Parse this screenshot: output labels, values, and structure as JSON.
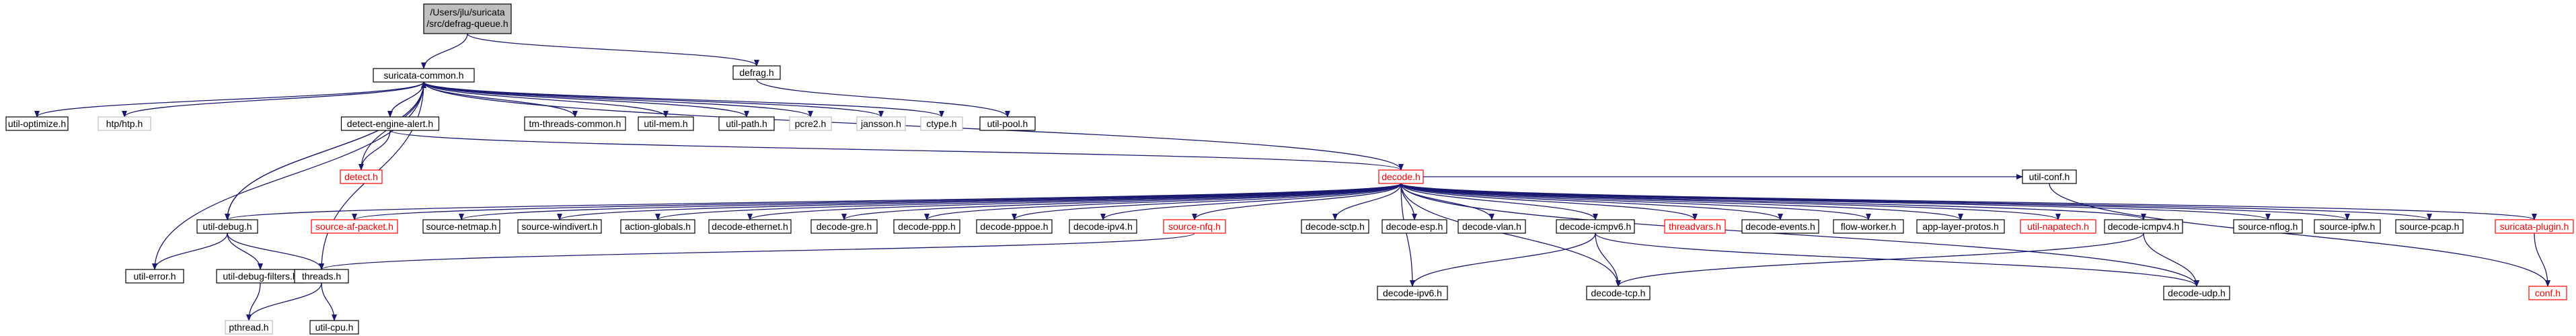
{
  "colors": {
    "edge": "#191970",
    "node_border": "#000000",
    "node_fill": "#ffffff",
    "root_fill": "#bfbfbf",
    "truncated_border": "#ff0000",
    "external_border": "#bfbfbf"
  },
  "graph": {
    "root_label": [
      "/Users/jlu/suricata",
      "/src/defrag-queue.h"
    ],
    "nodes": [
      {
        "id": "suricata-common",
        "label": "suricata-common.h",
        "style": "normal"
      },
      {
        "id": "defrag",
        "label": "defrag.h",
        "style": "normal"
      },
      {
        "id": "util-optimize",
        "label": "util-optimize.h",
        "style": "normal"
      },
      {
        "id": "htp",
        "label": "htp/htp.h",
        "style": "gray"
      },
      {
        "id": "detect-engine-alert",
        "label": "detect-engine-alert.h",
        "style": "normal"
      },
      {
        "id": "tm-threads-common",
        "label": "tm-threads-common.h",
        "style": "normal"
      },
      {
        "id": "util-mem",
        "label": "util-mem.h",
        "style": "normal"
      },
      {
        "id": "util-path",
        "label": "util-path.h",
        "style": "normal"
      },
      {
        "id": "pcre2",
        "label": "pcre2.h",
        "style": "gray"
      },
      {
        "id": "jansson",
        "label": "jansson.h",
        "style": "gray"
      },
      {
        "id": "ctype",
        "label": "ctype.h",
        "style": "gray"
      },
      {
        "id": "util-pool",
        "label": "util-pool.h",
        "style": "normal"
      },
      {
        "id": "detect",
        "label": "detect.h",
        "style": "red"
      },
      {
        "id": "util-conf",
        "label": "util-conf.h",
        "style": "normal"
      },
      {
        "id": "decode",
        "label": "decode.h",
        "style": "red"
      },
      {
        "id": "util-debug",
        "label": "util-debug.h",
        "style": "normal"
      },
      {
        "id": "source-af-packet",
        "label": "source-af-packet.h",
        "style": "red"
      },
      {
        "id": "source-netmap",
        "label": "source-netmap.h",
        "style": "normal"
      },
      {
        "id": "source-windivert",
        "label": "source-windivert.h",
        "style": "normal"
      },
      {
        "id": "action-globals",
        "label": "action-globals.h",
        "style": "normal"
      },
      {
        "id": "decode-ethernet",
        "label": "decode-ethernet.h",
        "style": "normal"
      },
      {
        "id": "decode-gre",
        "label": "decode-gre.h",
        "style": "normal"
      },
      {
        "id": "decode-ppp",
        "label": "decode-ppp.h",
        "style": "normal"
      },
      {
        "id": "decode-pppoe",
        "label": "decode-pppoe.h",
        "style": "normal"
      },
      {
        "id": "decode-ipv4",
        "label": "decode-ipv4.h",
        "style": "normal"
      },
      {
        "id": "source-nfq",
        "label": "source-nfq.h",
        "style": "red"
      },
      {
        "id": "decode-sctp",
        "label": "decode-sctp.h",
        "style": "normal"
      },
      {
        "id": "decode-esp",
        "label": "decode-esp.h",
        "style": "normal"
      },
      {
        "id": "decode-vlan",
        "label": "decode-vlan.h",
        "style": "normal"
      },
      {
        "id": "decode-icmpv6",
        "label": "decode-icmpv6.h",
        "style": "normal"
      },
      {
        "id": "threadvars",
        "label": "threadvars.h",
        "style": "red"
      },
      {
        "id": "decode-events",
        "label": "decode-events.h",
        "style": "normal"
      },
      {
        "id": "flow-worker",
        "label": "flow-worker.h",
        "style": "normal"
      },
      {
        "id": "app-layer-protos",
        "label": "app-layer-protos.h",
        "style": "normal"
      },
      {
        "id": "util-napatech",
        "label": "util-napatech.h",
        "style": "red"
      },
      {
        "id": "decode-icmpv4",
        "label": "decode-icmpv4.h",
        "style": "normal"
      },
      {
        "id": "source-nflog",
        "label": "source-nflog.h",
        "style": "normal"
      },
      {
        "id": "source-ipfw",
        "label": "source-ipfw.h",
        "style": "normal"
      },
      {
        "id": "source-pcap",
        "label": "source-pcap.h",
        "style": "normal"
      },
      {
        "id": "suricata-plugin",
        "label": "suricata-plugin.h",
        "style": "red"
      },
      {
        "id": "util-error",
        "label": "util-error.h",
        "style": "normal"
      },
      {
        "id": "util-debug-filters",
        "label": "util-debug-filters.h",
        "style": "normal"
      },
      {
        "id": "threads",
        "label": "threads.h",
        "style": "normal"
      },
      {
        "id": "decode-ipv6",
        "label": "decode-ipv6.h",
        "style": "normal"
      },
      {
        "id": "decode-tcp",
        "label": "decode-tcp.h",
        "style": "normal"
      },
      {
        "id": "decode-udp",
        "label": "decode-udp.h",
        "style": "normal"
      },
      {
        "id": "conf",
        "label": "conf.h",
        "style": "red"
      },
      {
        "id": "pthread",
        "label": "pthread.h",
        "style": "gray"
      },
      {
        "id": "util-cpu",
        "label": "util-cpu.h",
        "style": "normal"
      }
    ],
    "edges": [
      [
        "root",
        "suricata-common"
      ],
      [
        "root",
        "defrag"
      ],
      [
        "defrag",
        "util-pool"
      ],
      [
        "suricata-common",
        "util-optimize"
      ],
      [
        "suricata-common",
        "htp"
      ],
      [
        "suricata-common",
        "detect-engine-alert"
      ],
      [
        "suricata-common",
        "tm-threads-common"
      ],
      [
        "suricata-common",
        "util-mem"
      ],
      [
        "suricata-common",
        "util-path"
      ],
      [
        "suricata-common",
        "pcre2"
      ],
      [
        "suricata-common",
        "jansson"
      ],
      [
        "suricata-common",
        "ctype"
      ],
      [
        "suricata-common",
        "util-debug"
      ],
      [
        "suricata-common",
        "util-error"
      ],
      [
        "suricata-common",
        "threads"
      ],
      [
        "detect-engine-alert",
        "suricata-common"
      ],
      [
        "detect-engine-alert",
        "detect"
      ],
      [
        "detect-engine-alert",
        "decode"
      ],
      [
        "detect",
        "suricata-common"
      ],
      [
        "decode",
        "suricata-common"
      ],
      [
        "decode",
        "util-conf"
      ],
      [
        "decode",
        "util-debug"
      ],
      [
        "decode",
        "source-af-packet"
      ],
      [
        "decode",
        "source-netmap"
      ],
      [
        "decode",
        "source-windivert"
      ],
      [
        "decode",
        "action-globals"
      ],
      [
        "decode",
        "decode-ethernet"
      ],
      [
        "decode",
        "decode-gre"
      ],
      [
        "decode",
        "decode-ppp"
      ],
      [
        "decode",
        "decode-pppoe"
      ],
      [
        "decode",
        "decode-ipv4"
      ],
      [
        "decode",
        "source-nfq"
      ],
      [
        "decode",
        "decode-sctp"
      ],
      [
        "decode",
        "decode-esp"
      ],
      [
        "decode",
        "decode-vlan"
      ],
      [
        "decode",
        "decode-icmpv6"
      ],
      [
        "decode",
        "threadvars"
      ],
      [
        "decode",
        "decode-events"
      ],
      [
        "decode",
        "flow-worker"
      ],
      [
        "decode",
        "app-layer-protos"
      ],
      [
        "decode",
        "util-napatech"
      ],
      [
        "decode",
        "decode-icmpv4"
      ],
      [
        "decode",
        "source-nflog"
      ],
      [
        "decode",
        "source-ipfw"
      ],
      [
        "decode",
        "source-pcap"
      ],
      [
        "decode",
        "suricata-plugin"
      ],
      [
        "decode",
        "decode-ipv6"
      ],
      [
        "decode",
        "decode-tcp"
      ],
      [
        "decode",
        "decode-udp"
      ],
      [
        "util-conf",
        "conf"
      ],
      [
        "suricata-plugin",
        "conf"
      ],
      [
        "util-debug",
        "suricata-common"
      ],
      [
        "util-debug",
        "util-error"
      ],
      [
        "util-debug",
        "util-debug-filters"
      ],
      [
        "util-debug",
        "threads"
      ],
      [
        "util-debug-filters",
        "pthread"
      ],
      [
        "source-nfq",
        "threads"
      ],
      [
        "threads",
        "pthread"
      ],
      [
        "threads",
        "util-cpu"
      ],
      [
        "decode-icmpv6",
        "decode-ipv6"
      ],
      [
        "decode-icmpv6",
        "decode-tcp"
      ],
      [
        "decode-icmpv6",
        "decode-udp"
      ],
      [
        "decode-icmpv4",
        "decode-tcp"
      ],
      [
        "decode-icmpv4",
        "decode-udp"
      ]
    ]
  }
}
